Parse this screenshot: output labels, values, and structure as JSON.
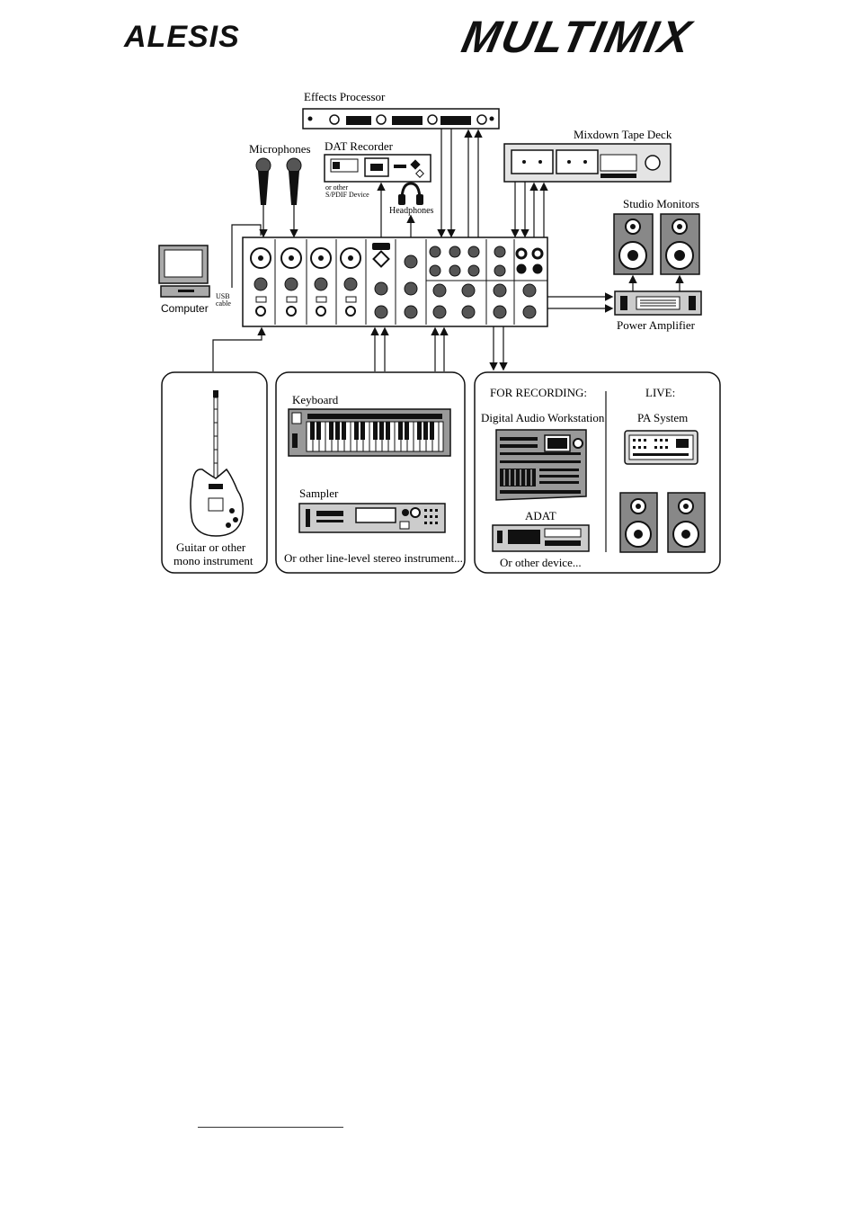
{
  "header": {
    "brand_left": "ALESIS",
    "brand_right": "MULTIMIX"
  },
  "diagram": {
    "effects_processor": "Effects Processor",
    "mixdown_tape_deck": "Mixdown Tape Deck",
    "microphones": "Microphones",
    "dat_recorder": "DAT Recorder",
    "dat_note_1": "or other",
    "dat_note_2": "S/PDIF Device",
    "headphones": "Headphones",
    "studio_monitors": "Studio Monitors",
    "computer": "Computer",
    "usb_1": "USB",
    "usb_2": "cable",
    "power_amplifier": "Power Amplifier",
    "keyboard": "Keyboard",
    "sampler": "Sampler",
    "stereo_instrument": "Or other line-level stereo instrument...",
    "guitar_1": "Guitar or other",
    "guitar_2": "mono instrument",
    "for_recording": "FOR RECORDING:",
    "live": "LIVE:",
    "daw": "Digital Audio Workstation",
    "adat": "ADAT",
    "other_device": "Or other device...",
    "pa_system": "PA System"
  },
  "colors": {
    "ink": "#111111",
    "device_grey": "#9a9a9a",
    "panel_fill": "#ffffff"
  }
}
